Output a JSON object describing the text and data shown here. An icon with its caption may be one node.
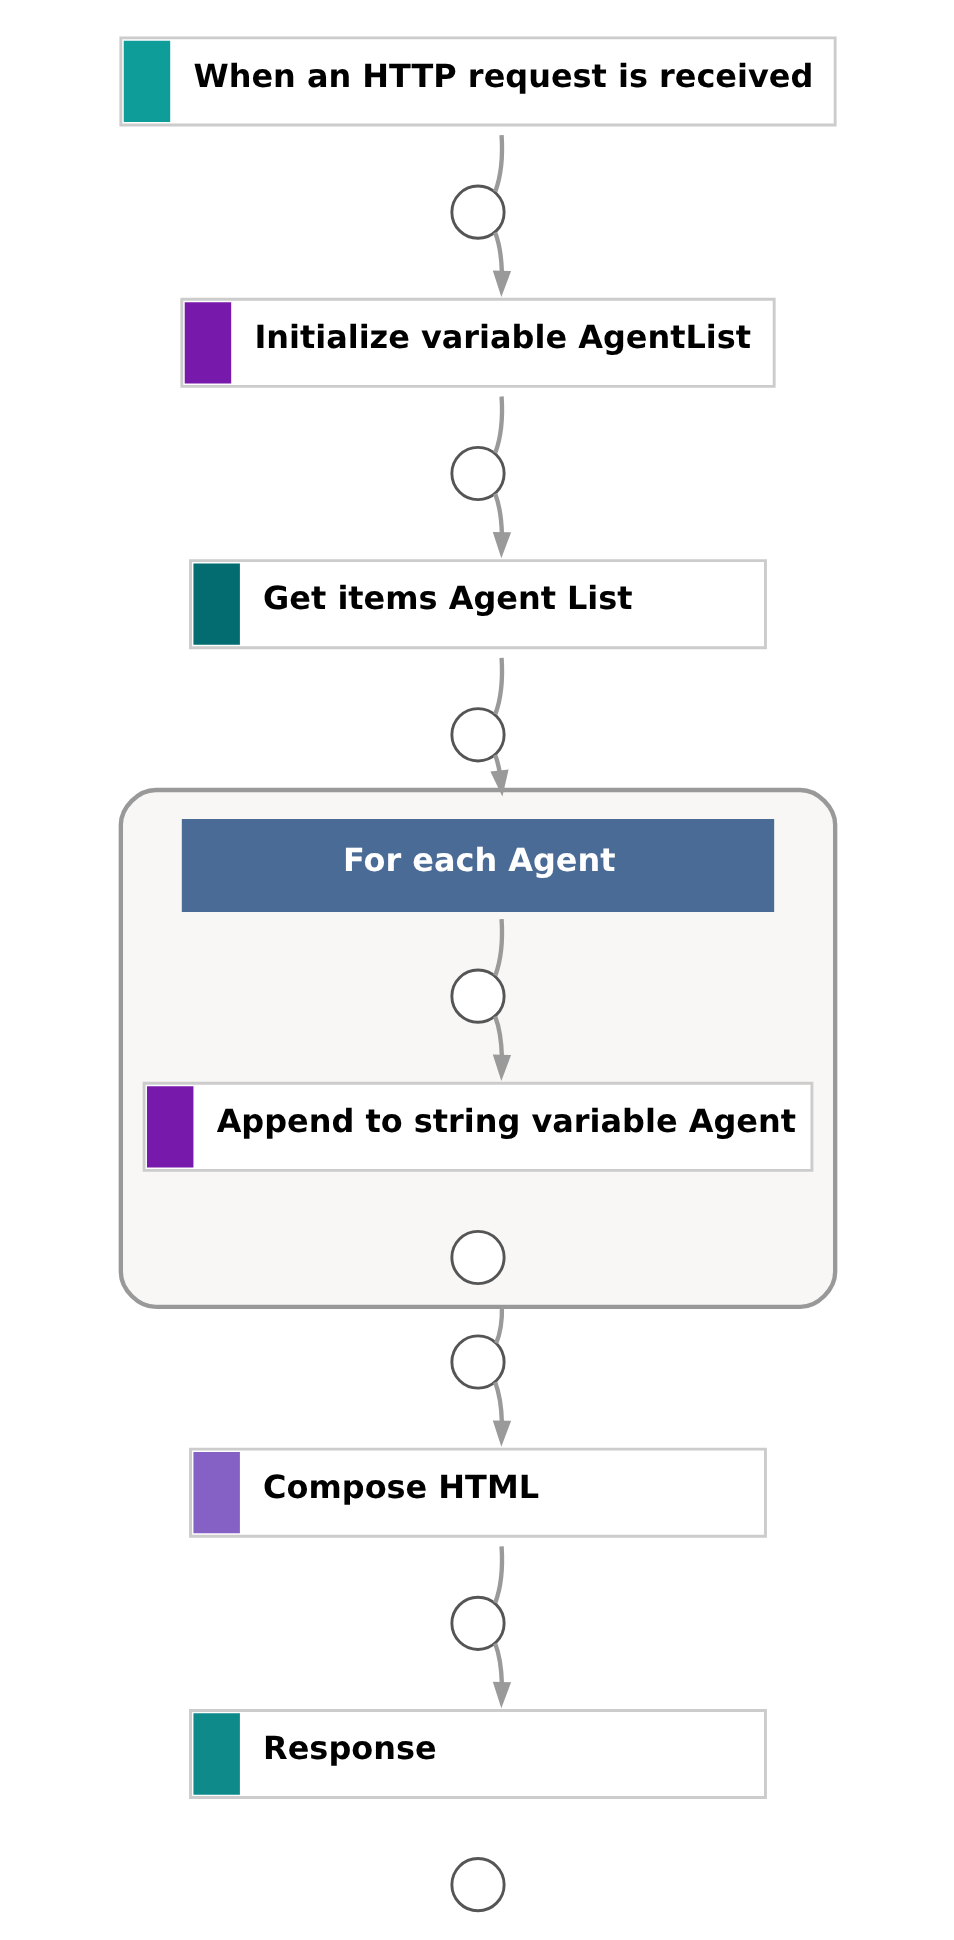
{
  "diagram": {
    "nodes": [
      {
        "text": [
          "When an HTTP request is received"
        ]
      },
      {
        "text": [],
        "shape": "circle"
      },
      {
        "text": [
          "Initialize variable AgentList"
        ]
      },
      {
        "text": [],
        "shape": "circle"
      },
      {
        "text": [
          "Get items Agent List"
        ]
      },
      {
        "text": [],
        "shape": "circle"
      },
      {
        "text": [
          "For each Agent"
        ]
      },
      {
        "text": [],
        "shape": "circle",
        "in": 6
      },
      {
        "text": [
          "Append to string variable Agent"
        ],
        "in": 6
      },
      {
        "text": [],
        "shape": "circle",
        "in": 6
      },
      {
        "text": [],
        "shape": "circle"
      },
      {
        "text": [
          "Compose HTML"
        ]
      },
      {
        "text": [],
        "shape": "circle"
      },
      {
        "text": [
          "Response"
        ]
      },
      {
        "text": [],
        "shape": "circle"
      }
    ],
    "edges": [
      {
        "from": 0,
        "to": 1,
        "arrow": "none"
      },
      {
        "from": 1,
        "to": 2,
        "arrow": "to"
      },
      {
        "from": 2,
        "to": 3,
        "arrow": "none"
      },
      {
        "from": 3,
        "to": 4,
        "arrow": "to"
      },
      {
        "from": 4,
        "to": 5,
        "arrow": "none"
      },
      {
        "from": 5,
        "to": 6,
        "arrow": "to"
      },
      {
        "from": 6,
        "to": 7,
        "arrow": "none"
      },
      {
        "from": 7,
        "to": 8,
        "arrow": "to"
      },
      {
        "from": 6,
        "to": 10,
        "arrow": "none"
      },
      {
        "from": 10,
        "to": 11,
        "arrow": "to"
      },
      {
        "from": 11,
        "to": 12,
        "arrow": "none"
      },
      {
        "from": 12,
        "to": 13,
        "arrow": "to"
      }
    ]
  }
}
